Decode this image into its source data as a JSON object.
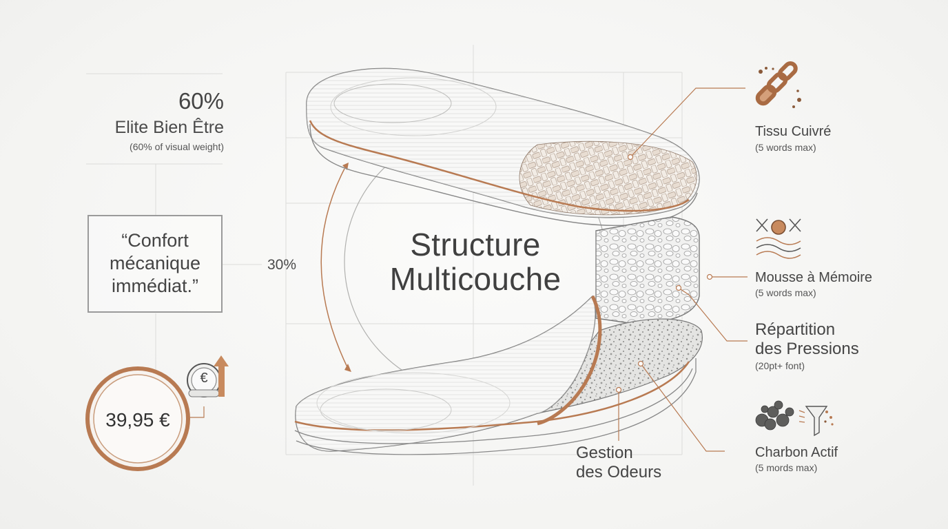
{
  "stat": {
    "percent": "60%",
    "name": "Elite Bien Être",
    "note": "(60% of visual weight)"
  },
  "quote": {
    "line1": "“Confort",
    "line2": "mécanique",
    "line3": "immédiat.”"
  },
  "angle_label": "30%",
  "title": {
    "line1": "Structure",
    "line2": "Multicouche"
  },
  "price": {
    "amount": "39,95 €",
    "currency_symbol": "€"
  },
  "labels": {
    "copper": {
      "title": "Tissu Cuivré",
      "note": "(5 words max)"
    },
    "foam": {
      "title": "Mousse à Mémoire",
      "note": "(5 words max)"
    },
    "pressure": {
      "line1": "Répartition",
      "line2": "des Pressions",
      "note": "(20pt+ font)"
    },
    "charcoal": {
      "title": "Charbon Actif",
      "note": "(5 mords max)"
    },
    "odor": {
      "line1": "Gestion",
      "line2": "des Odeurs"
    }
  },
  "colors": {
    "copper": "#b87a52",
    "line": "#8a8a8a",
    "text": "#444444",
    "background": "#f4f4f2"
  },
  "icons": [
    "copper-chain-icon",
    "memory-foam-icon",
    "charcoal-icon",
    "filter-funnel-icon",
    "euro-coin-icon",
    "up-arrow-icon"
  ]
}
